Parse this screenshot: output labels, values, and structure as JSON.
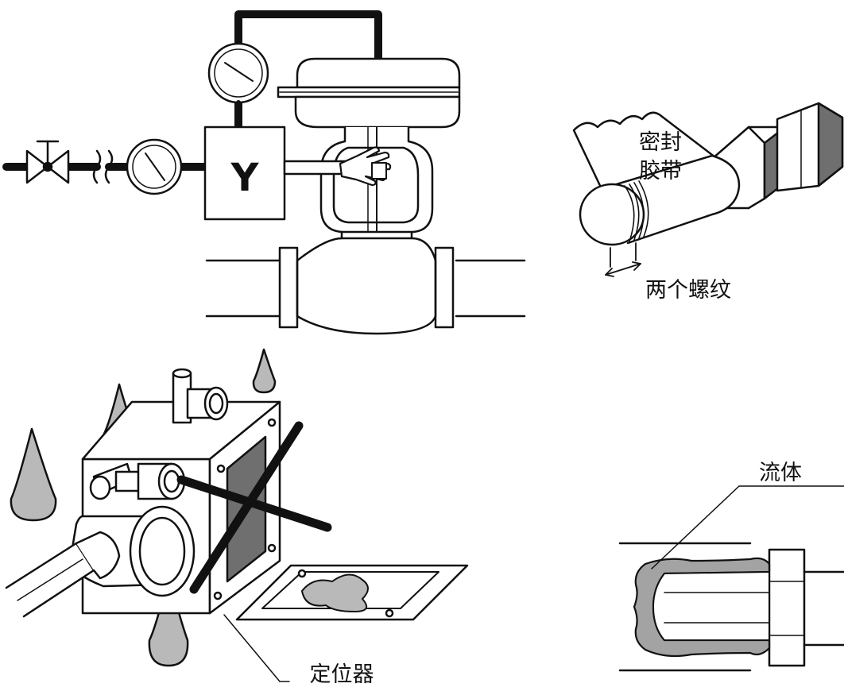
{
  "labels": {
    "sealing_tape": [
      "密封",
      "胶带"
    ],
    "two_threads": "两个螺纹",
    "fluid": "流体",
    "positioner": "定位器",
    "positioner_letter": "Y"
  },
  "colors": {
    "line": "#111111",
    "gray_fill": "#a3a3a3",
    "dark_gray_fill": "#6f6f6f",
    "drop_fill": "#b9b9b9"
  }
}
